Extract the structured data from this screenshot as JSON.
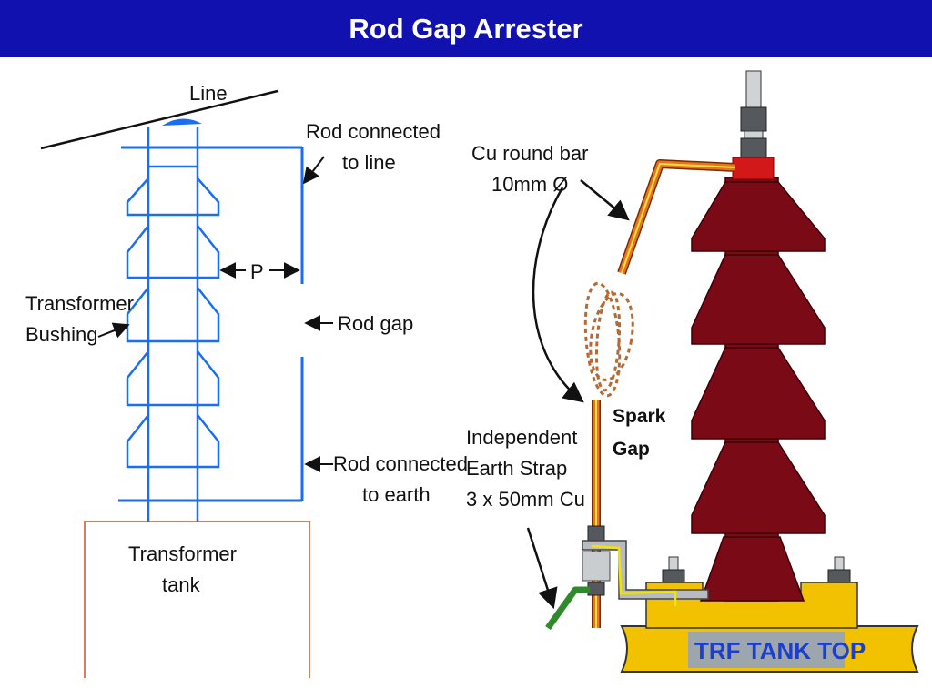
{
  "title": "Rod Gap Arrester",
  "left_diagram": {
    "line": "Line",
    "rod_to_line": [
      "Rod connected",
      "to line"
    ],
    "gap_distance": "P",
    "transformer_bushing": [
      "Transformer",
      "Bushing"
    ],
    "rod_gap": "Rod gap",
    "rod_to_earth": [
      "Rod connected",
      "to earth"
    ],
    "transformer_tank": [
      "Transformer",
      "tank"
    ]
  },
  "right_diagram": {
    "cu_round_bar": [
      "Cu round bar",
      "10mm Ø"
    ],
    "spark_gap": [
      "Spark",
      "Gap"
    ],
    "earth_strap": [
      "Independent",
      "Earth Strap",
      "3 x 50mm Cu"
    ],
    "tank_top": "TRF TANK TOP"
  },
  "colors": {
    "title_bar": "#1111b0",
    "bushing_outline": "#1a6ef0",
    "tank_outline": "#e07a5a",
    "insulator": "#7a0a16",
    "copper_bar": "#e8741a",
    "tank_plate": "#f2c200",
    "earth_strap": "#2f8a2a"
  }
}
